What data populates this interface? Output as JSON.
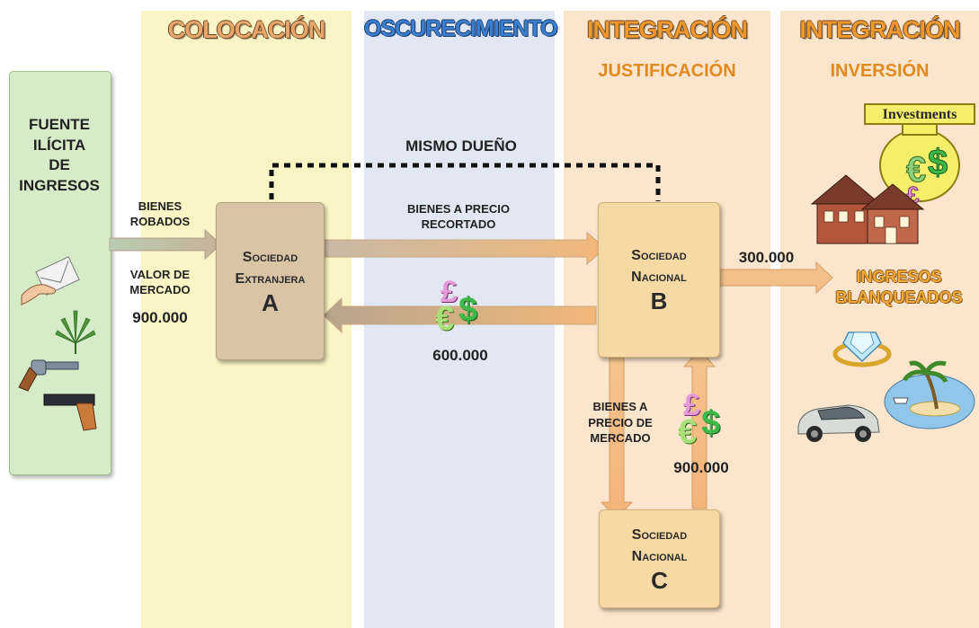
{
  "phases": {
    "colocacion": "COLOCACIÓN",
    "oscurecimiento": "OSCURECIMIENTO",
    "integracion_1": "INTEGRACIÓN",
    "integracion_2": "INTEGRACIÓN",
    "justificacion": "JUSTIFICACIÓN",
    "inversion": "INVERSIÓN"
  },
  "source": {
    "lines": [
      "FUENTE",
      "ILÍCITA",
      "DE",
      "INGRESOS"
    ]
  },
  "labels": {
    "bienes_robados": [
      "BIENES",
      "ROBADOS"
    ],
    "valor_mercado": [
      "VALOR DE",
      "MERCADO"
    ],
    "valor_900k": "900.000",
    "mismo_dueno": "MISMO DUEÑO",
    "bienes_recortado": [
      "BIENES A PRECIO",
      "RECORTADO"
    ],
    "valor_600k": "600.000",
    "valor_300k": "300.000",
    "bienes_mercado": [
      "BIENES A",
      "PRECIO DE",
      "MERCADO"
    ],
    "valor_900k_c": "900.000",
    "ingresos_blanqueados": [
      "INGRESOS",
      "BLANQUEADOS"
    ],
    "investments_sign": "Investments"
  },
  "boxes": {
    "a": {
      "line1": "Sociedad",
      "line2": "Extranjera",
      "letter": "A"
    },
    "b": {
      "line1": "Sociedad",
      "line2": "Nacional",
      "letter": "B"
    },
    "c": {
      "line1": "Sociedad",
      "line2": "Nacional",
      "letter": "C"
    }
  },
  "currency_symbols": {
    "pound": "£",
    "dollar": "$",
    "euro": "€"
  },
  "colors": {
    "source_box": "#d6ecc9",
    "colocacion_band": "#fbf5c6",
    "oscurecimiento_band": "#e1e8f4",
    "integracion_band": "#fbe5cc",
    "box_a": "#d9c4a6",
    "box_bc": "#f6d9a4",
    "colocacion_text": "#e8a66a",
    "oscurecimiento_text": "#3a7fcf",
    "integracion_text": "#f0982c"
  },
  "icons": [
    "letter-icon",
    "cannabis-leaf-icon",
    "revolver-icon",
    "pistol-icon",
    "house-icon",
    "investments-bag-icon",
    "diamond-ring-icon",
    "island-icon",
    "car-icon",
    "currency-icon"
  ]
}
